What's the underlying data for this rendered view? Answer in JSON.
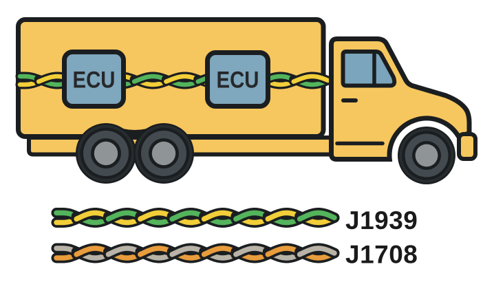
{
  "illustration": {
    "truck": {
      "body_color": "#F6C75E",
      "outline_color": "#1B1E20",
      "ecu_fill": "#7FA7BD",
      "window_fill": "#7AA5BC",
      "ecu_boxes": [
        {
          "label": "ECU"
        },
        {
          "label": "ECU"
        }
      ],
      "bus_wire_colors": [
        "#53B45C",
        "#F2CE39"
      ],
      "wheel_colors": {
        "tire": "#272C2F",
        "rim": "#434B50",
        "hub": "#8F9496"
      }
    },
    "legend": {
      "label_color": "#1A1A1A",
      "items": [
        {
          "label": "J1939",
          "wire_colors": [
            "#53B45C",
            "#F2CE39"
          ]
        },
        {
          "label": "J1708",
          "wire_colors": [
            "#B9B3A7",
            "#E89C3C"
          ]
        }
      ]
    }
  }
}
